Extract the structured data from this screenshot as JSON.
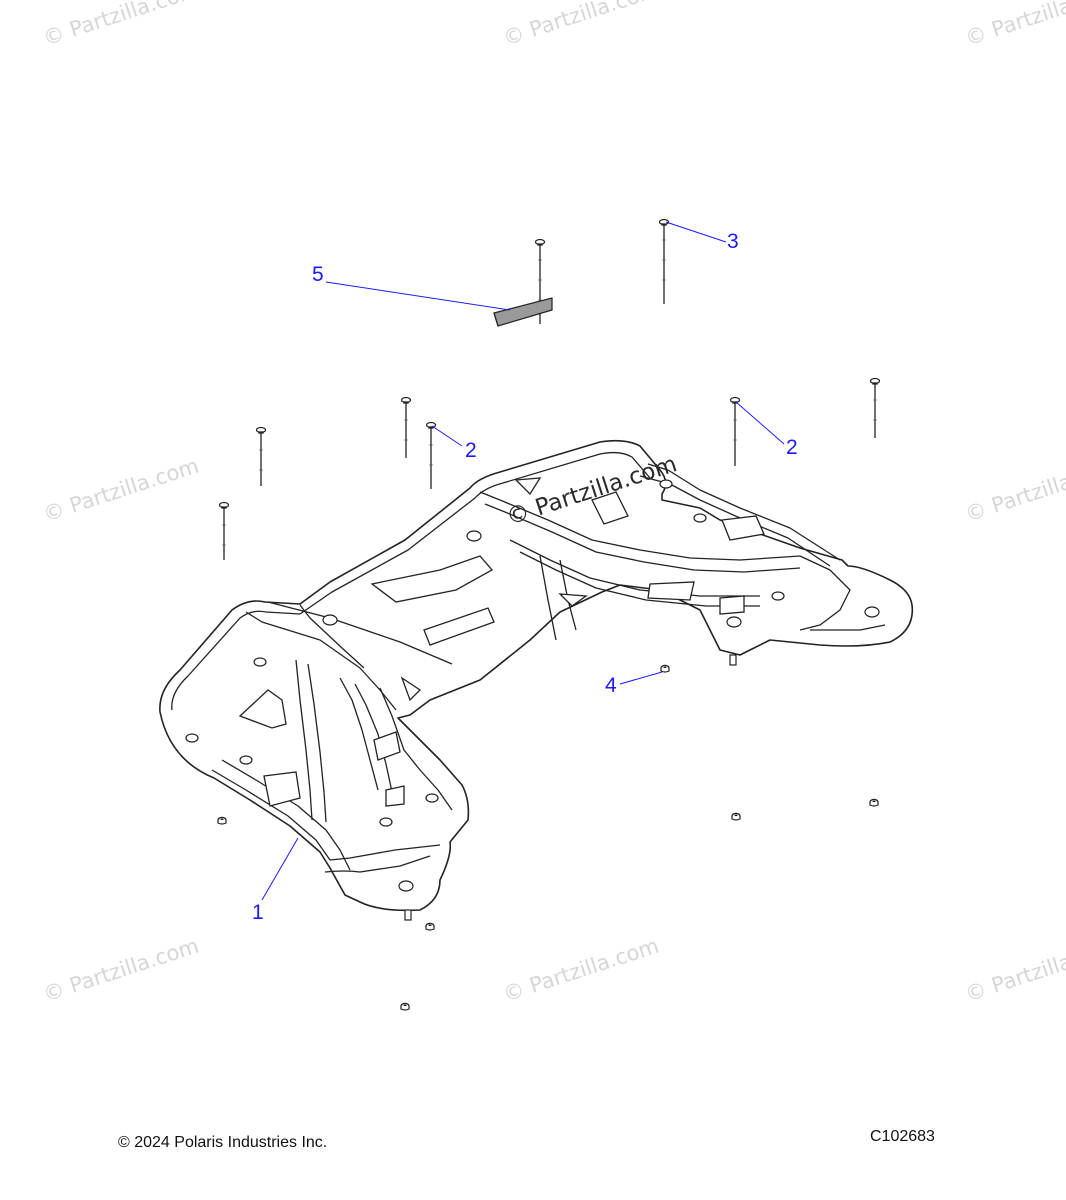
{
  "watermark": "© Partzilla.com",
  "callouts": {
    "c1": "1",
    "c2a": "2",
    "c2b": "2",
    "c3": "3",
    "c4": "4",
    "c5": "5"
  },
  "footer": {
    "copyright": "© 2024 Polaris Industries Inc.",
    "diagram_code": "C102683"
  },
  "colors": {
    "leader_line": "#1a1aff",
    "callout_text": "#1a1aff",
    "part_outline": "#222222",
    "part_fill": "#ffffff",
    "watermark": "#d6d6d6"
  }
}
